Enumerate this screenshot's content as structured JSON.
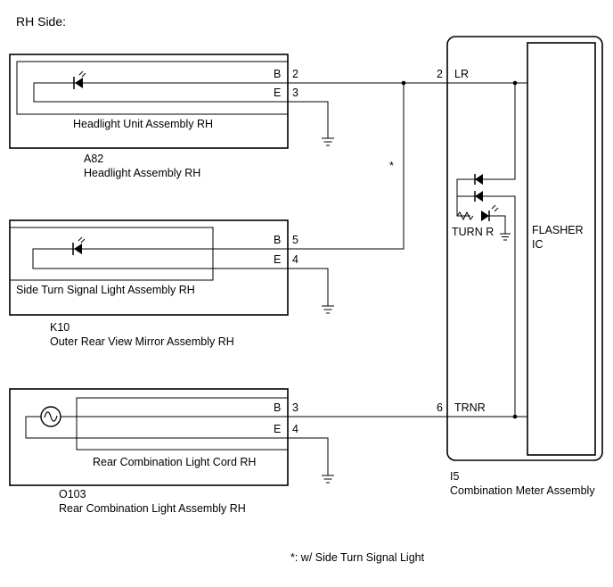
{
  "title": "RH Side:",
  "footnote": "*: w/ Side Turn Signal Light",
  "splice_mark": "*",
  "connectors": {
    "a82": {
      "inner_label": "Headlight Unit Assembly RH",
      "code": "A82",
      "name": "Headlight Assembly RH",
      "pins": [
        {
          "name": "B",
          "num": "2"
        },
        {
          "name": "E",
          "num": "3"
        }
      ]
    },
    "k10": {
      "inner_label": "Side Turn Signal Light Assembly RH",
      "code": "K10",
      "name": "Outer Rear View Mirror Assembly RH",
      "pins": [
        {
          "name": "B",
          "num": "5"
        },
        {
          "name": "E",
          "num": "4"
        }
      ]
    },
    "o103": {
      "inner_label": "Rear Combination Light Cord RH",
      "code": "O103",
      "name": "Rear Combination Light Assembly RH",
      "pins": [
        {
          "name": "B",
          "num": "3"
        },
        {
          "name": "E",
          "num": "4"
        }
      ]
    },
    "i5": {
      "code": "I5",
      "name": "Combination Meter Assembly",
      "ic_label_1": "FLASHER",
      "ic_label_2": "IC",
      "indicator": "TURN R",
      "pins": [
        {
          "name": "LR",
          "num": "2"
        },
        {
          "name": "TRNR",
          "num": "6"
        }
      ]
    }
  }
}
